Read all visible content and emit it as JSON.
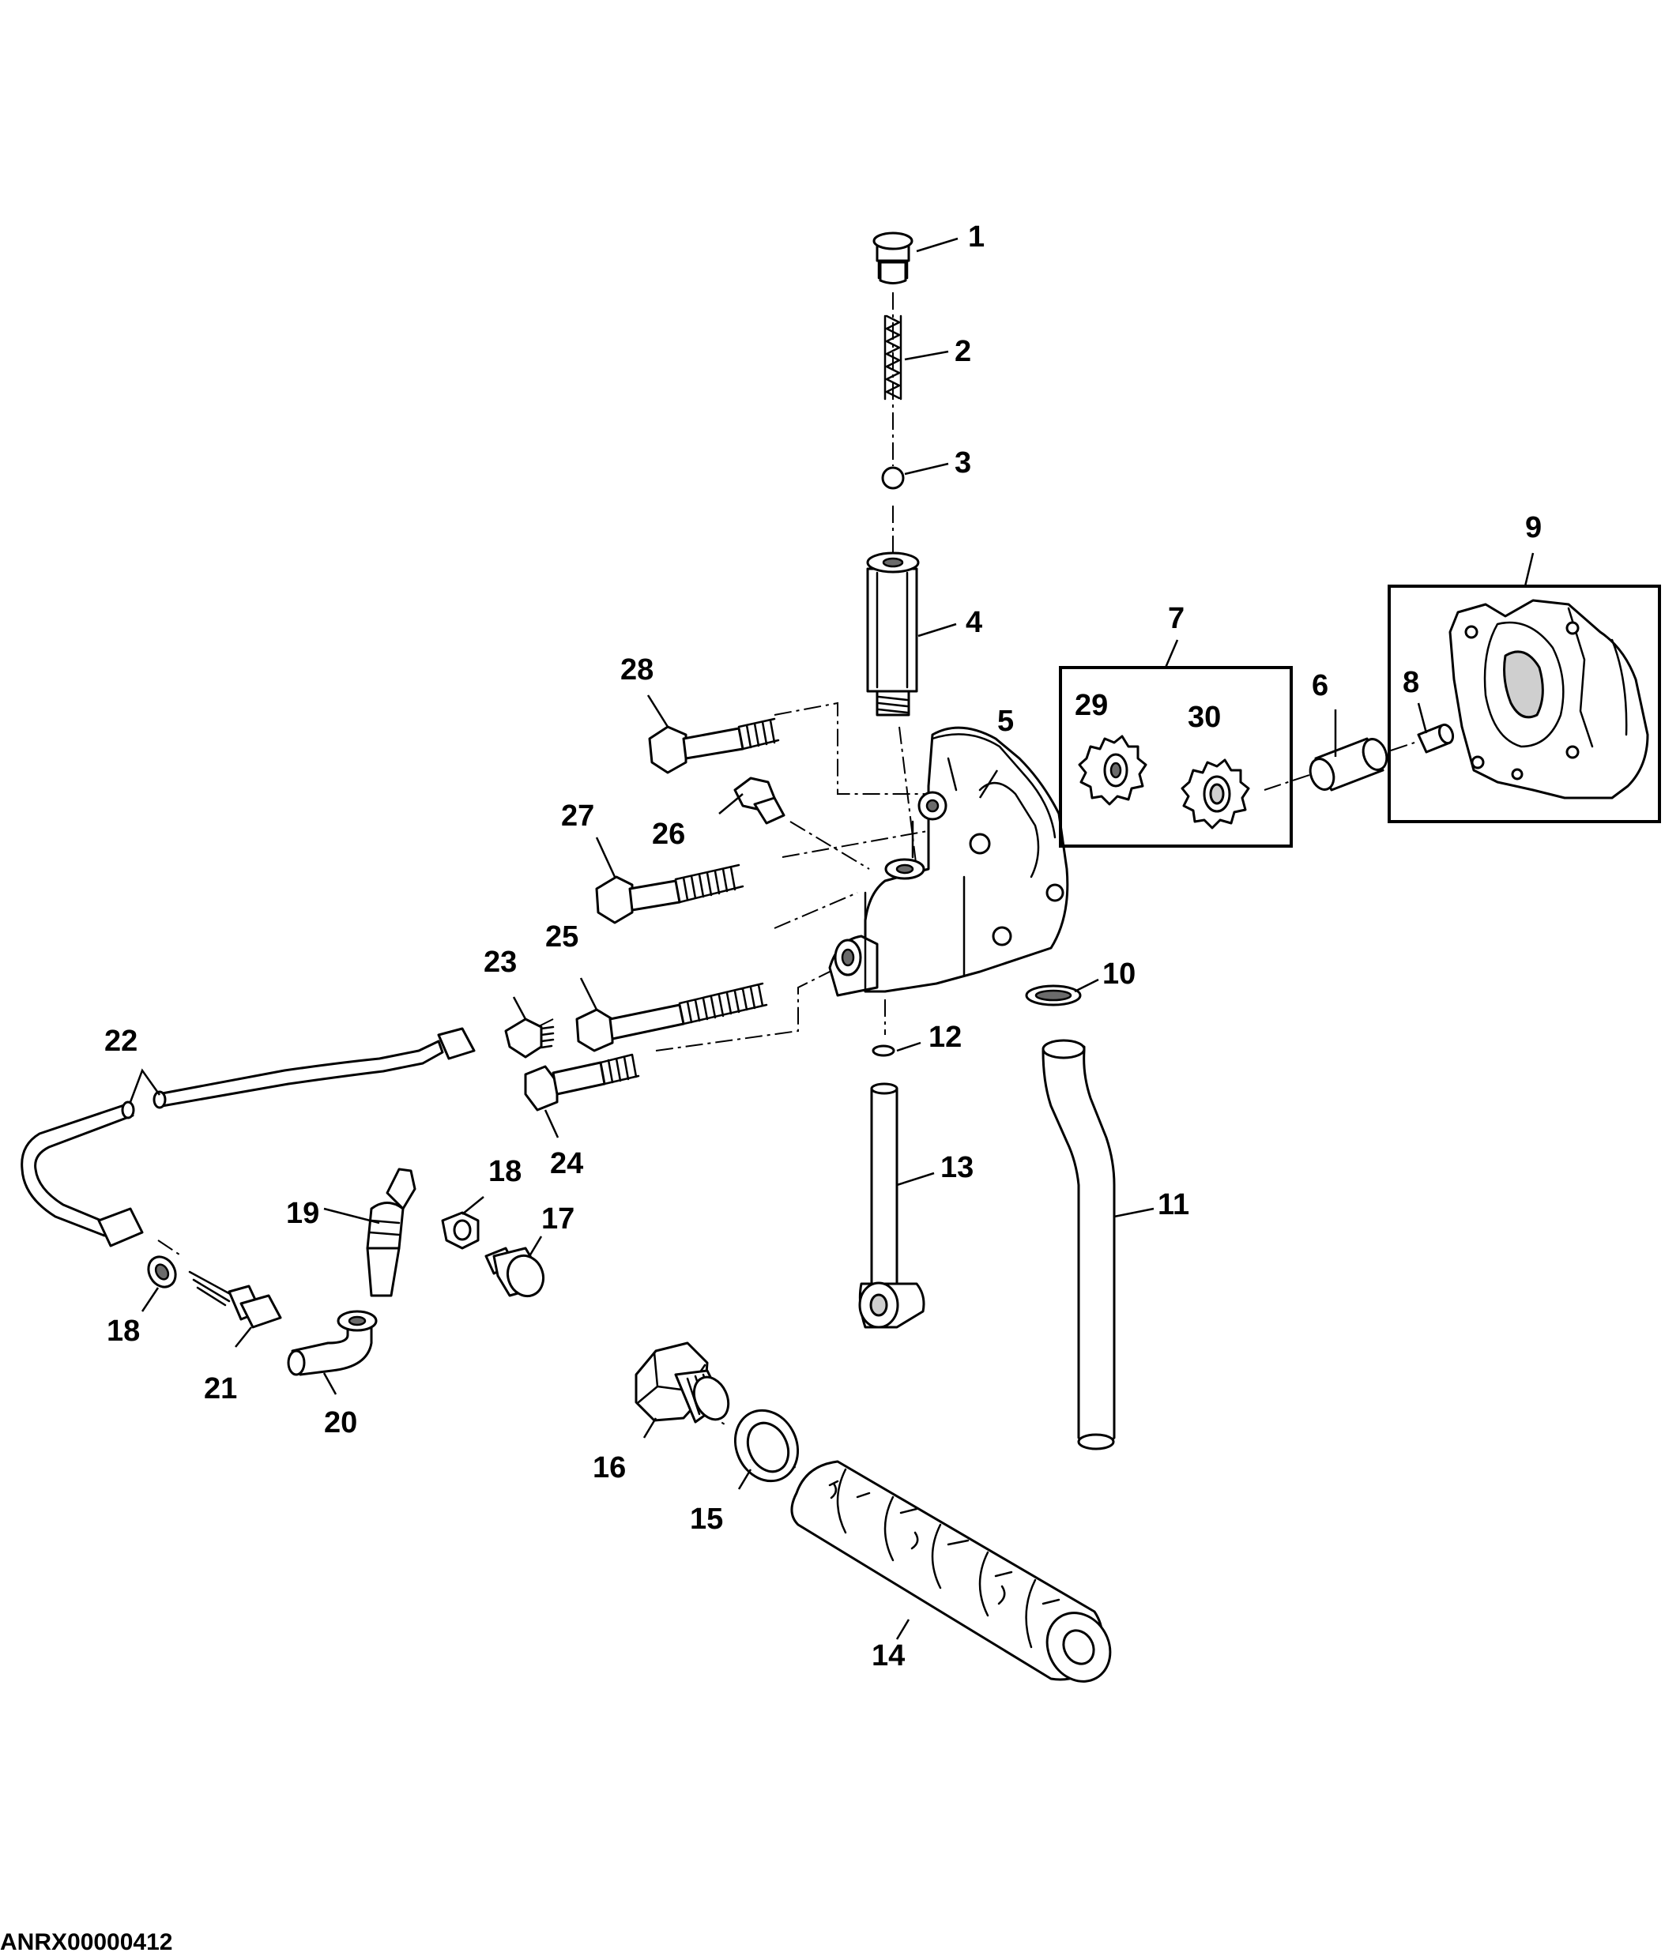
{
  "figure_id": "ANRX00000412",
  "callouts": [
    "1",
    "2",
    "3",
    "4",
    "5",
    "6",
    "7",
    "8",
    "9",
    "10",
    "11",
    "12",
    "13",
    "14",
    "15",
    "16",
    "17",
    "18",
    "19",
    "20",
    "21",
    "22",
    "23",
    "24",
    "25",
    "26",
    "27",
    "28",
    "29",
    "30"
  ]
}
